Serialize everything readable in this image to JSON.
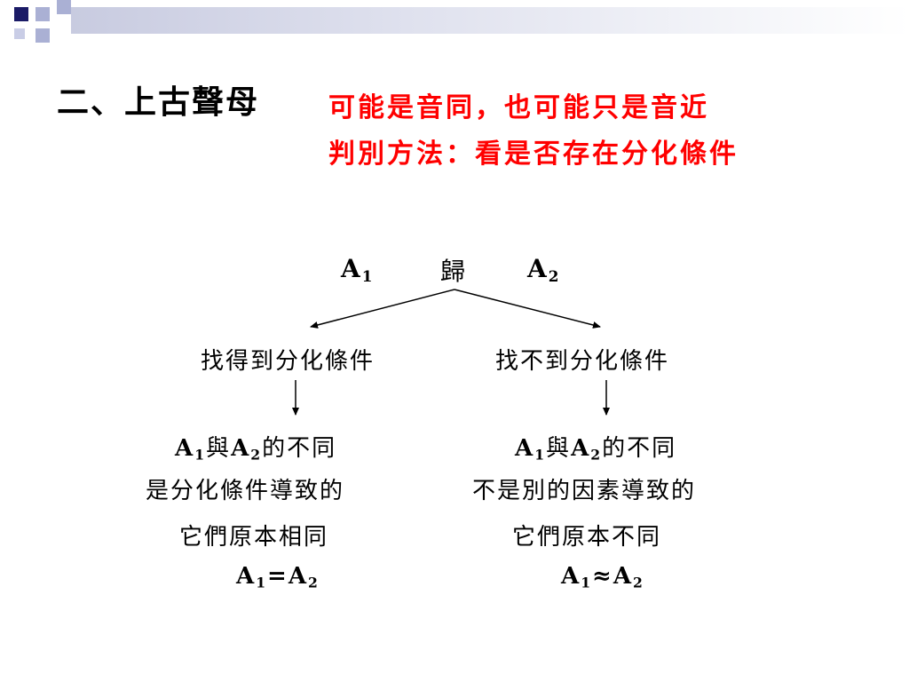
{
  "slide": {
    "title": "二、上古聲母",
    "note_line1": "可能是音同，也可能只是音近",
    "note_line2": "判別方法：看是否存在分化條件"
  },
  "diagram": {
    "top": {
      "a": "A",
      "a_sub": "1",
      "mid": "歸",
      "b": "A",
      "b_sub": "2"
    },
    "left": {
      "branch": "找得到分化條件",
      "l1_pre": "A",
      "l1_sub1": "1",
      "l1_mid": "與",
      "l1_a": "A",
      "l1_sub2": "2",
      "l1_post": "的不同",
      "l2": "是分化條件導致的",
      "l3": "它們原本相同",
      "eq_a": "A",
      "eq_sub1": "1",
      "eq_op": "=",
      "eq_b": "A",
      "eq_sub2": "2"
    },
    "right": {
      "branch": "找不到分化條件",
      "l1_pre": "A",
      "l1_sub1": "1",
      "l1_mid": "與",
      "l1_a": "A",
      "l1_sub2": "2",
      "l1_post": "的不同",
      "l2": "不是別的因素導致的",
      "l3": "它們原本不同",
      "eq_a": "A",
      "eq_sub1": "1",
      "eq_op": "≈",
      "eq_b": "A",
      "eq_sub2": "2"
    }
  },
  "colors": {
    "note": "#ff0000",
    "deco_dark": "#1a1a66",
    "deco_light": "#aab0d4"
  }
}
